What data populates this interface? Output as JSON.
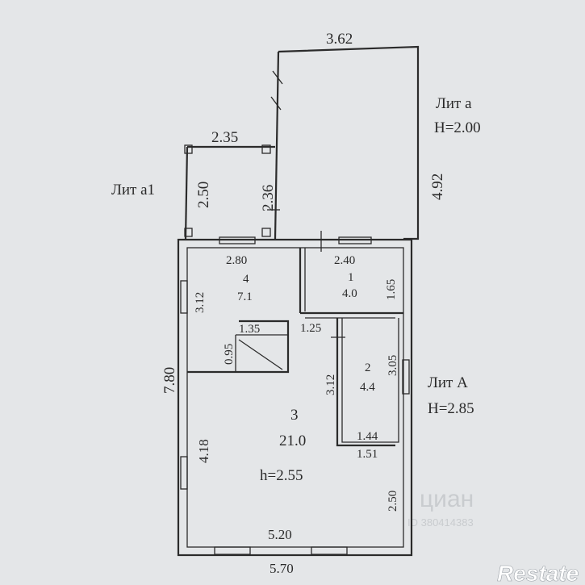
{
  "watermark": {
    "brand": "Restate",
    "cian": "циан",
    "id": "ID 380414383"
  },
  "labels": {
    "lit_a": "Лит а",
    "lit_a_height": "H=2.00",
    "lit_a1": "Лит а1",
    "lit_A": "Лит А",
    "lit_A_height": "H=2.85"
  },
  "dimensions": {
    "lit_a_top": "3.62",
    "lit_a_right": "4.92",
    "lit_a1_top": "2.35",
    "lit_a1_left": "2.50",
    "lit_a1_right": "2.36",
    "total_bottom": "5.70",
    "total_left": "7.80",
    "room4_top": "2.80",
    "room4_left": "3.12",
    "stair_top": "1.35",
    "stair_left": "0.95",
    "room1_top": "2.40",
    "room1_right": "1.65",
    "room1_bottom": "1.25",
    "room2_left": "3.12",
    "room2_right": "3.05",
    "room2_bottom_inner": "1.44",
    "room2_bottom_outer": "1.51",
    "room3_left": "4.18",
    "room3_right": "2.50",
    "room3_bottom": "5.20"
  },
  "rooms": {
    "r4": {
      "number": "4",
      "area": "7.1"
    },
    "r1": {
      "number": "1",
      "area": "4.0"
    },
    "r2": {
      "number": "2",
      "area": "4.4"
    },
    "r3": {
      "number": "3",
      "area": "21.0",
      "height": "h=2.55"
    }
  }
}
